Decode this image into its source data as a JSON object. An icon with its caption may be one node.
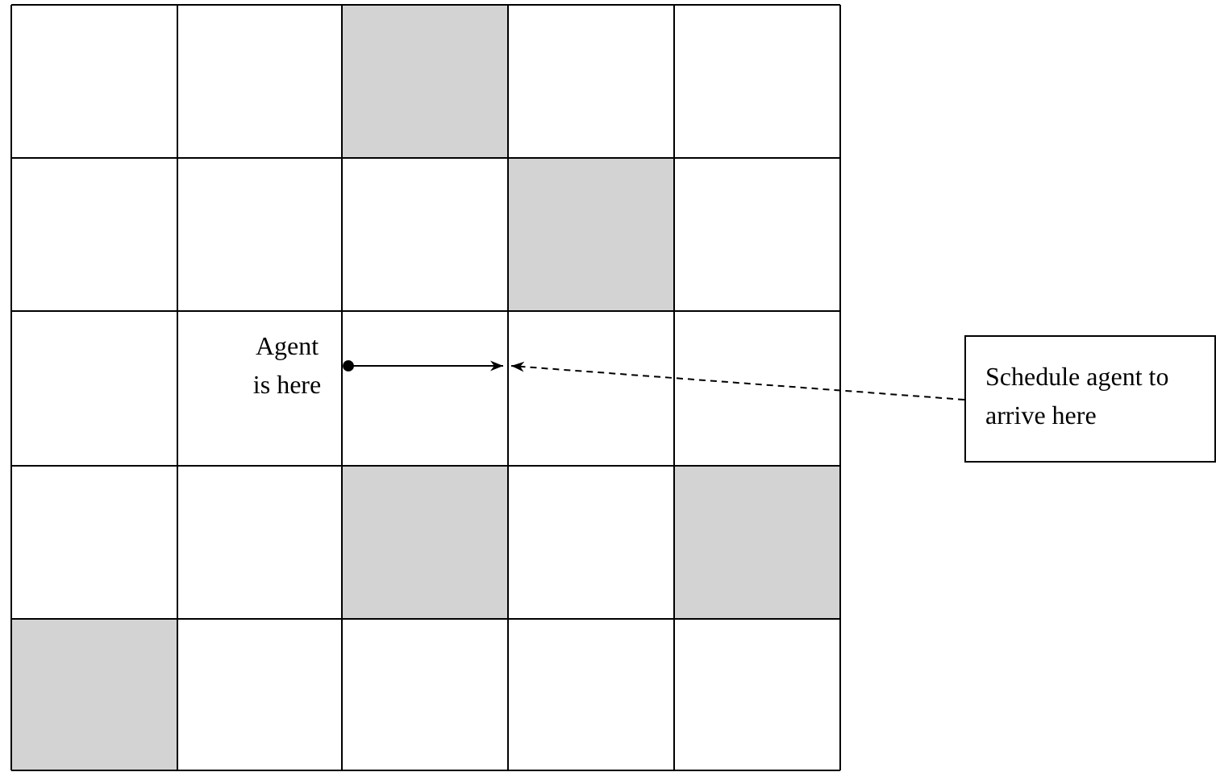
{
  "diagram": {
    "nodes": [
      {
        "text": [],
        "shape": "circle",
        "beside": [
          "Agent is here"
        ]
      },
      {
        "text": [
          "Schedule agent to arrive here"
        ]
      }
    ],
    "edges": [
      {
        "from": 0,
        "to": null,
        "arrow": "to"
      },
      {
        "from": 1,
        "to": null,
        "arrow": "to",
        "style": "dashed"
      }
    ]
  }
}
